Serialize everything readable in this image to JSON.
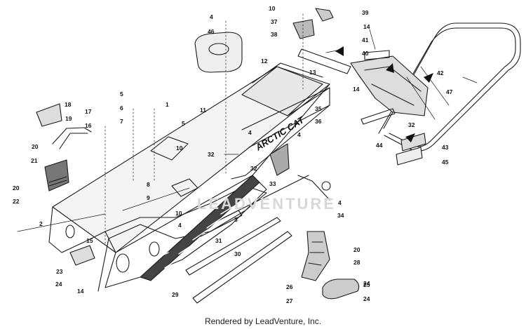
{
  "watermark": "LEADVENTURE",
  "credit": "Rendered by LeadVenture, Inc.",
  "decal_text": "ARCTIC CAT",
  "callouts": [
    "1",
    "2",
    "3",
    "4",
    "4",
    "4",
    "4",
    "4",
    "5",
    "5",
    "6",
    "7",
    "8",
    "9",
    "10",
    "10",
    "10",
    "11",
    "12",
    "13",
    "14",
    "14",
    "14",
    "15",
    "16",
    "17",
    "18",
    "19",
    "20",
    "20",
    "20",
    "21",
    "22",
    "23",
    "24",
    "24",
    "24",
    "25",
    "26",
    "27",
    "28",
    "29",
    "30",
    "31",
    "32",
    "32",
    "32",
    "33",
    "34",
    "35",
    "36",
    "37",
    "38",
    "39",
    "40",
    "41",
    "42",
    "43",
    "44",
    "45",
    "46",
    "47"
  ]
}
